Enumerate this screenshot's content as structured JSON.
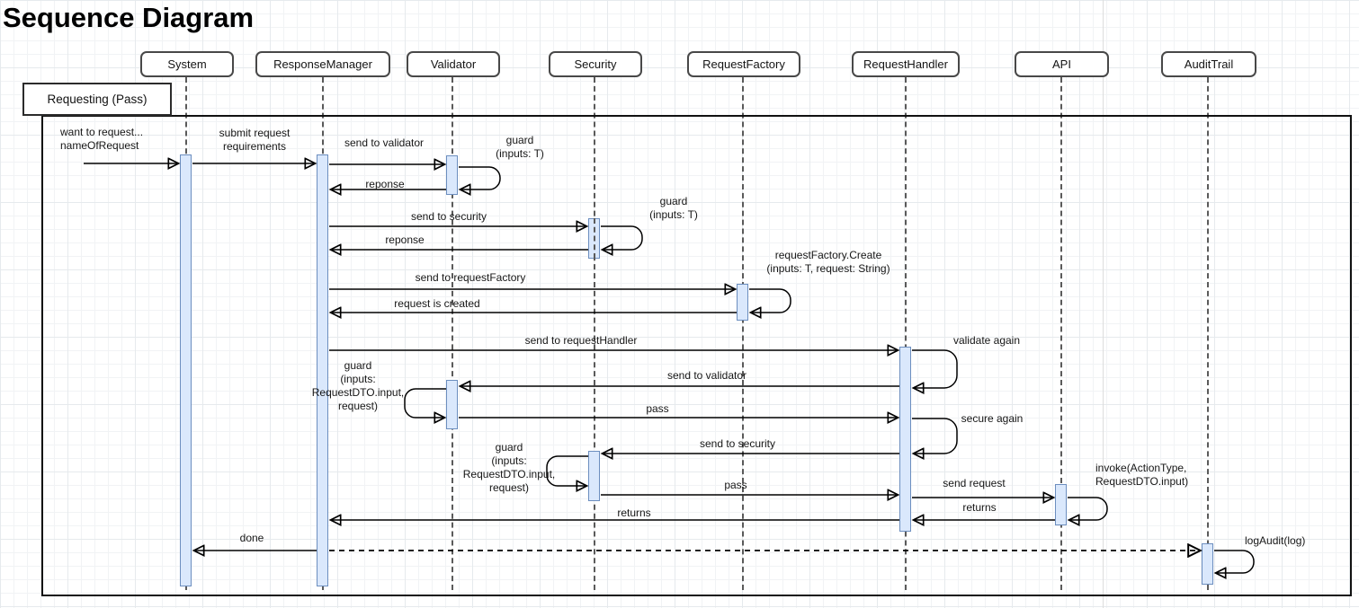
{
  "title": "Sequence Diagram",
  "frame": {
    "label": "Requesting (Pass)"
  },
  "actors": [
    {
      "name": "System"
    },
    {
      "name": "ResponseManager"
    },
    {
      "name": "Validator"
    },
    {
      "name": "Security"
    },
    {
      "name": "RequestFactory"
    },
    {
      "name": "RequestHandler"
    },
    {
      "name": "API"
    },
    {
      "name": "AuditTrail"
    }
  ],
  "messages": [
    {
      "label": "want to request...\nnameOfRequest",
      "from": "",
      "to": "System",
      "style": "solid"
    },
    {
      "label": "submit request\nrequirements",
      "from": "System",
      "to": "ResponseManager",
      "style": "solid"
    },
    {
      "label": "send to validator",
      "from": "ResponseManager",
      "to": "Validator",
      "style": "solid"
    },
    {
      "label": "reponse",
      "from": "Validator",
      "to": "ResponseManager",
      "style": "solid"
    },
    {
      "label": "send to security",
      "from": "ResponseManager",
      "to": "Security",
      "style": "solid"
    },
    {
      "label": "reponse",
      "from": "Security",
      "to": "ResponseManager",
      "style": "solid"
    },
    {
      "label": "send to requestFactory",
      "from": "ResponseManager",
      "to": "RequestFactory",
      "style": "solid"
    },
    {
      "label": "request is created",
      "from": "RequestFactory",
      "to": "ResponseManager",
      "style": "solid"
    },
    {
      "label": "send to requestHandler",
      "from": "ResponseManager",
      "to": "RequestHandler",
      "style": "solid"
    },
    {
      "label": "send to validator",
      "from": "RequestHandler",
      "to": "Validator",
      "style": "solid"
    },
    {
      "label": "pass",
      "from": "Validator",
      "to": "RequestHandler",
      "style": "solid"
    },
    {
      "label": "send to security",
      "from": "RequestHandler",
      "to": "Security",
      "style": "solid"
    },
    {
      "label": "pass",
      "from": "Security",
      "to": "RequestHandler",
      "style": "solid"
    },
    {
      "label": "send request",
      "from": "RequestHandler",
      "to": "API",
      "style": "solid"
    },
    {
      "label": "returns",
      "from": "API",
      "to": "RequestHandler",
      "style": "solid"
    },
    {
      "label": "returns",
      "from": "RequestHandler",
      "to": "ResponseManager",
      "style": "solid"
    },
    {
      "label": "done",
      "from": "ResponseManager",
      "to": "System",
      "style": "solid"
    },
    {
      "label": "",
      "from": "ResponseManager",
      "to": "AuditTrail",
      "style": "dashed"
    }
  ],
  "self_messages": [
    {
      "on": "Validator",
      "label": "guard\n(inputs: T)"
    },
    {
      "on": "Security",
      "label": "guard\n(inputs: T)"
    },
    {
      "on": "RequestFactory",
      "label": "requestFactory.Create\n(inputs: T, request: String)"
    },
    {
      "on": "RequestHandler",
      "label": "validate again"
    },
    {
      "on": "Validator",
      "label": "guard\n(inputs:\nRequestDTO.input,\nrequest)"
    },
    {
      "on": "RequestHandler",
      "label": "secure again"
    },
    {
      "on": "Security",
      "label": "guard\n(inputs:\nRequestDTO.input,\nrequest)"
    },
    {
      "on": "API",
      "label": "invoke(ActionType,\nRequestDTO.input)"
    },
    {
      "on": "AuditTrail",
      "label": "logAudit(log)"
    }
  ],
  "colors": {
    "activation_fill": "#dae8fc",
    "activation_stroke": "#6c8ebf",
    "lifeline": "#5a5a5a",
    "arrow": "#000000"
  }
}
